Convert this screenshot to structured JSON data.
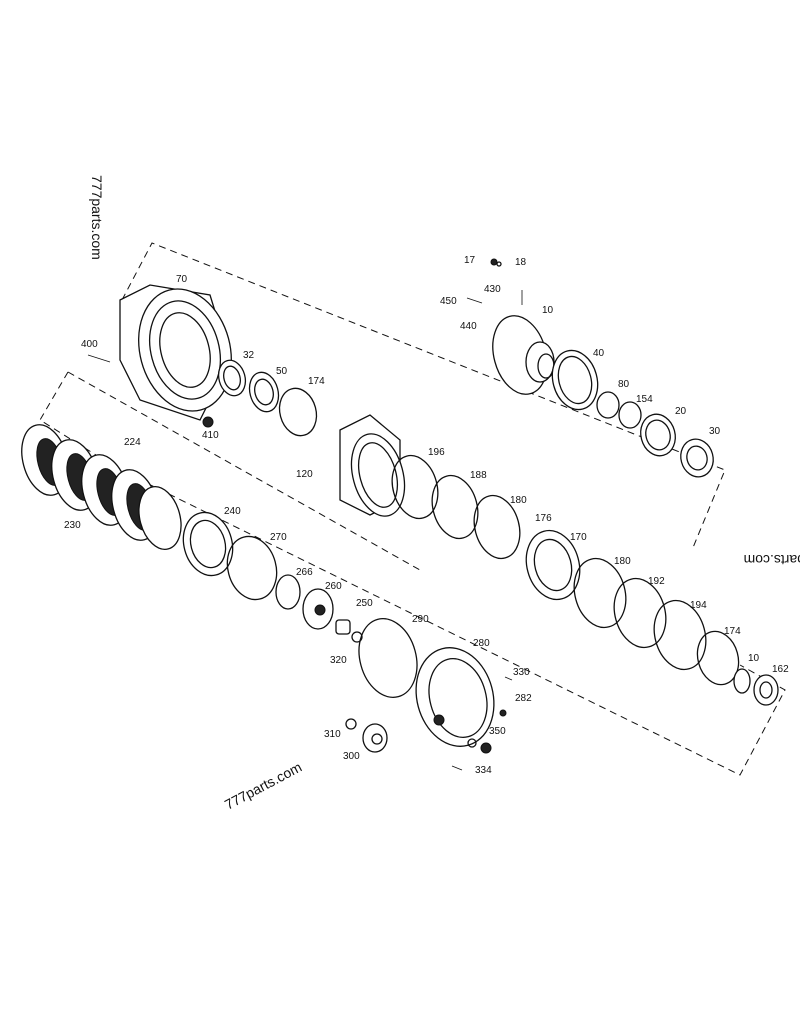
{
  "watermarks": [
    "777parts.com",
    "777parts.com",
    "parts.com"
  ],
  "labels": {
    "p70": "70",
    "p32": "32",
    "p50": "50",
    "p174a": "174",
    "p400": "400",
    "p410": "410",
    "p17": "17",
    "p18": "18",
    "p430": "430",
    "p450": "450",
    "p440": "440",
    "p10a": "10",
    "p40": "40",
    "p80": "80",
    "p154": "154",
    "p20": "20",
    "p30": "30",
    "p224": "224",
    "p230": "230",
    "p120": "120",
    "p196": "196",
    "p188": "188",
    "p180a": "180",
    "p176": "176",
    "p170": "170",
    "p180b": "180",
    "p192": "192",
    "p194": "194",
    "p174b": "174",
    "p10b": "10",
    "p162": "162",
    "p240": "240",
    "p270": "270",
    "p266": "266",
    "p260": "260",
    "p250": "250",
    "p290": "290",
    "p320": "320",
    "p280": "280",
    "p330": "330",
    "p282": "282",
    "p310": "310",
    "p350": "350",
    "p300": "300",
    "p334": "334"
  }
}
